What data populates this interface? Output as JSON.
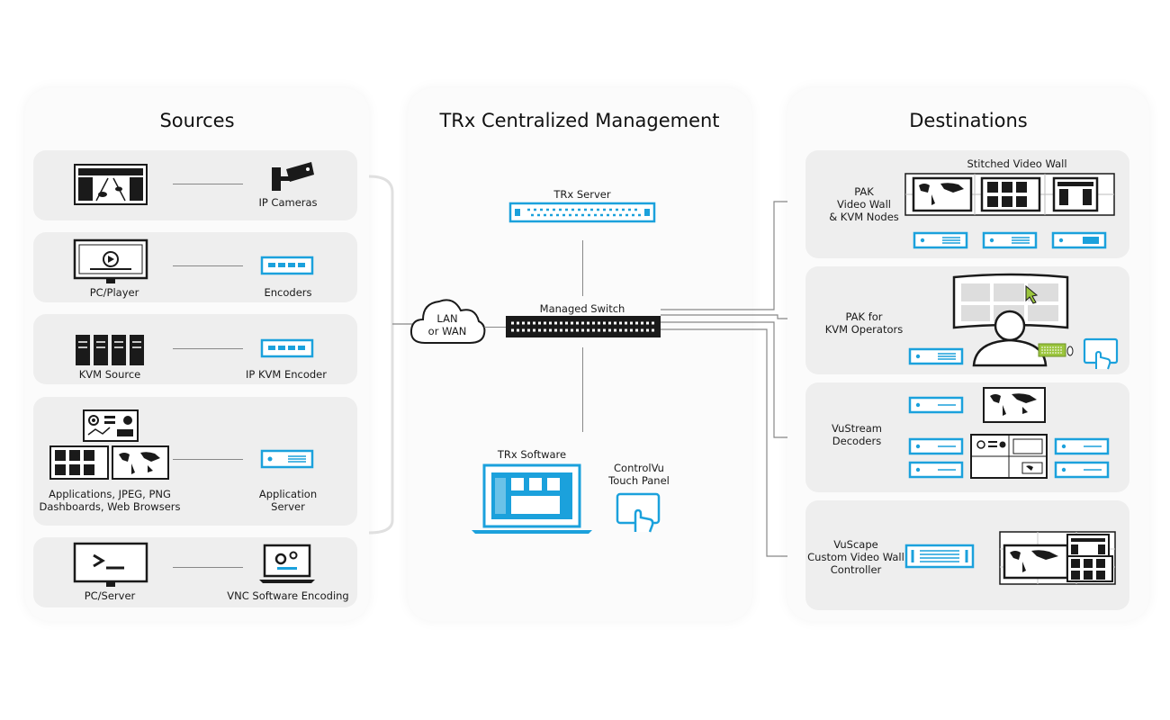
{
  "sources": {
    "title": "Sources",
    "items": [
      {
        "left": "",
        "right": "IP Cameras"
      },
      {
        "left": "PC/Player",
        "right": "Encoders"
      },
      {
        "left": "KVM Source",
        "right": "IP KVM Encoder"
      },
      {
        "left": "Applications, JPEG, PNG\nDashboards, Web Browsers",
        "right": "Application\nServer"
      },
      {
        "left": "PC/Server",
        "right": "VNC Software Encoding"
      }
    ]
  },
  "management": {
    "title": "TRx Centralized Management",
    "server_label": "TRx Server",
    "switch_label": "Managed Switch",
    "cloud_label": "LAN\nor WAN",
    "software_label": "TRx Software",
    "panel_label": "ControlVu\nTouch Panel"
  },
  "destinations": {
    "title": "Destinations",
    "items": [
      {
        "label": "PAK\nVideo Wall\n& KVM Nodes",
        "extra": "Stitched Video Wall"
      },
      {
        "label": "PAK for\nKVM Operators"
      },
      {
        "label": "VuStream\nDecoders"
      },
      {
        "label": "VuScape\nCustom Video Wall\nController"
      }
    ]
  },
  "colors": {
    "accent": "#1ba1dc",
    "dark": "#1a1a1a",
    "line": "#888888",
    "keyboard": "#9bc53d"
  }
}
